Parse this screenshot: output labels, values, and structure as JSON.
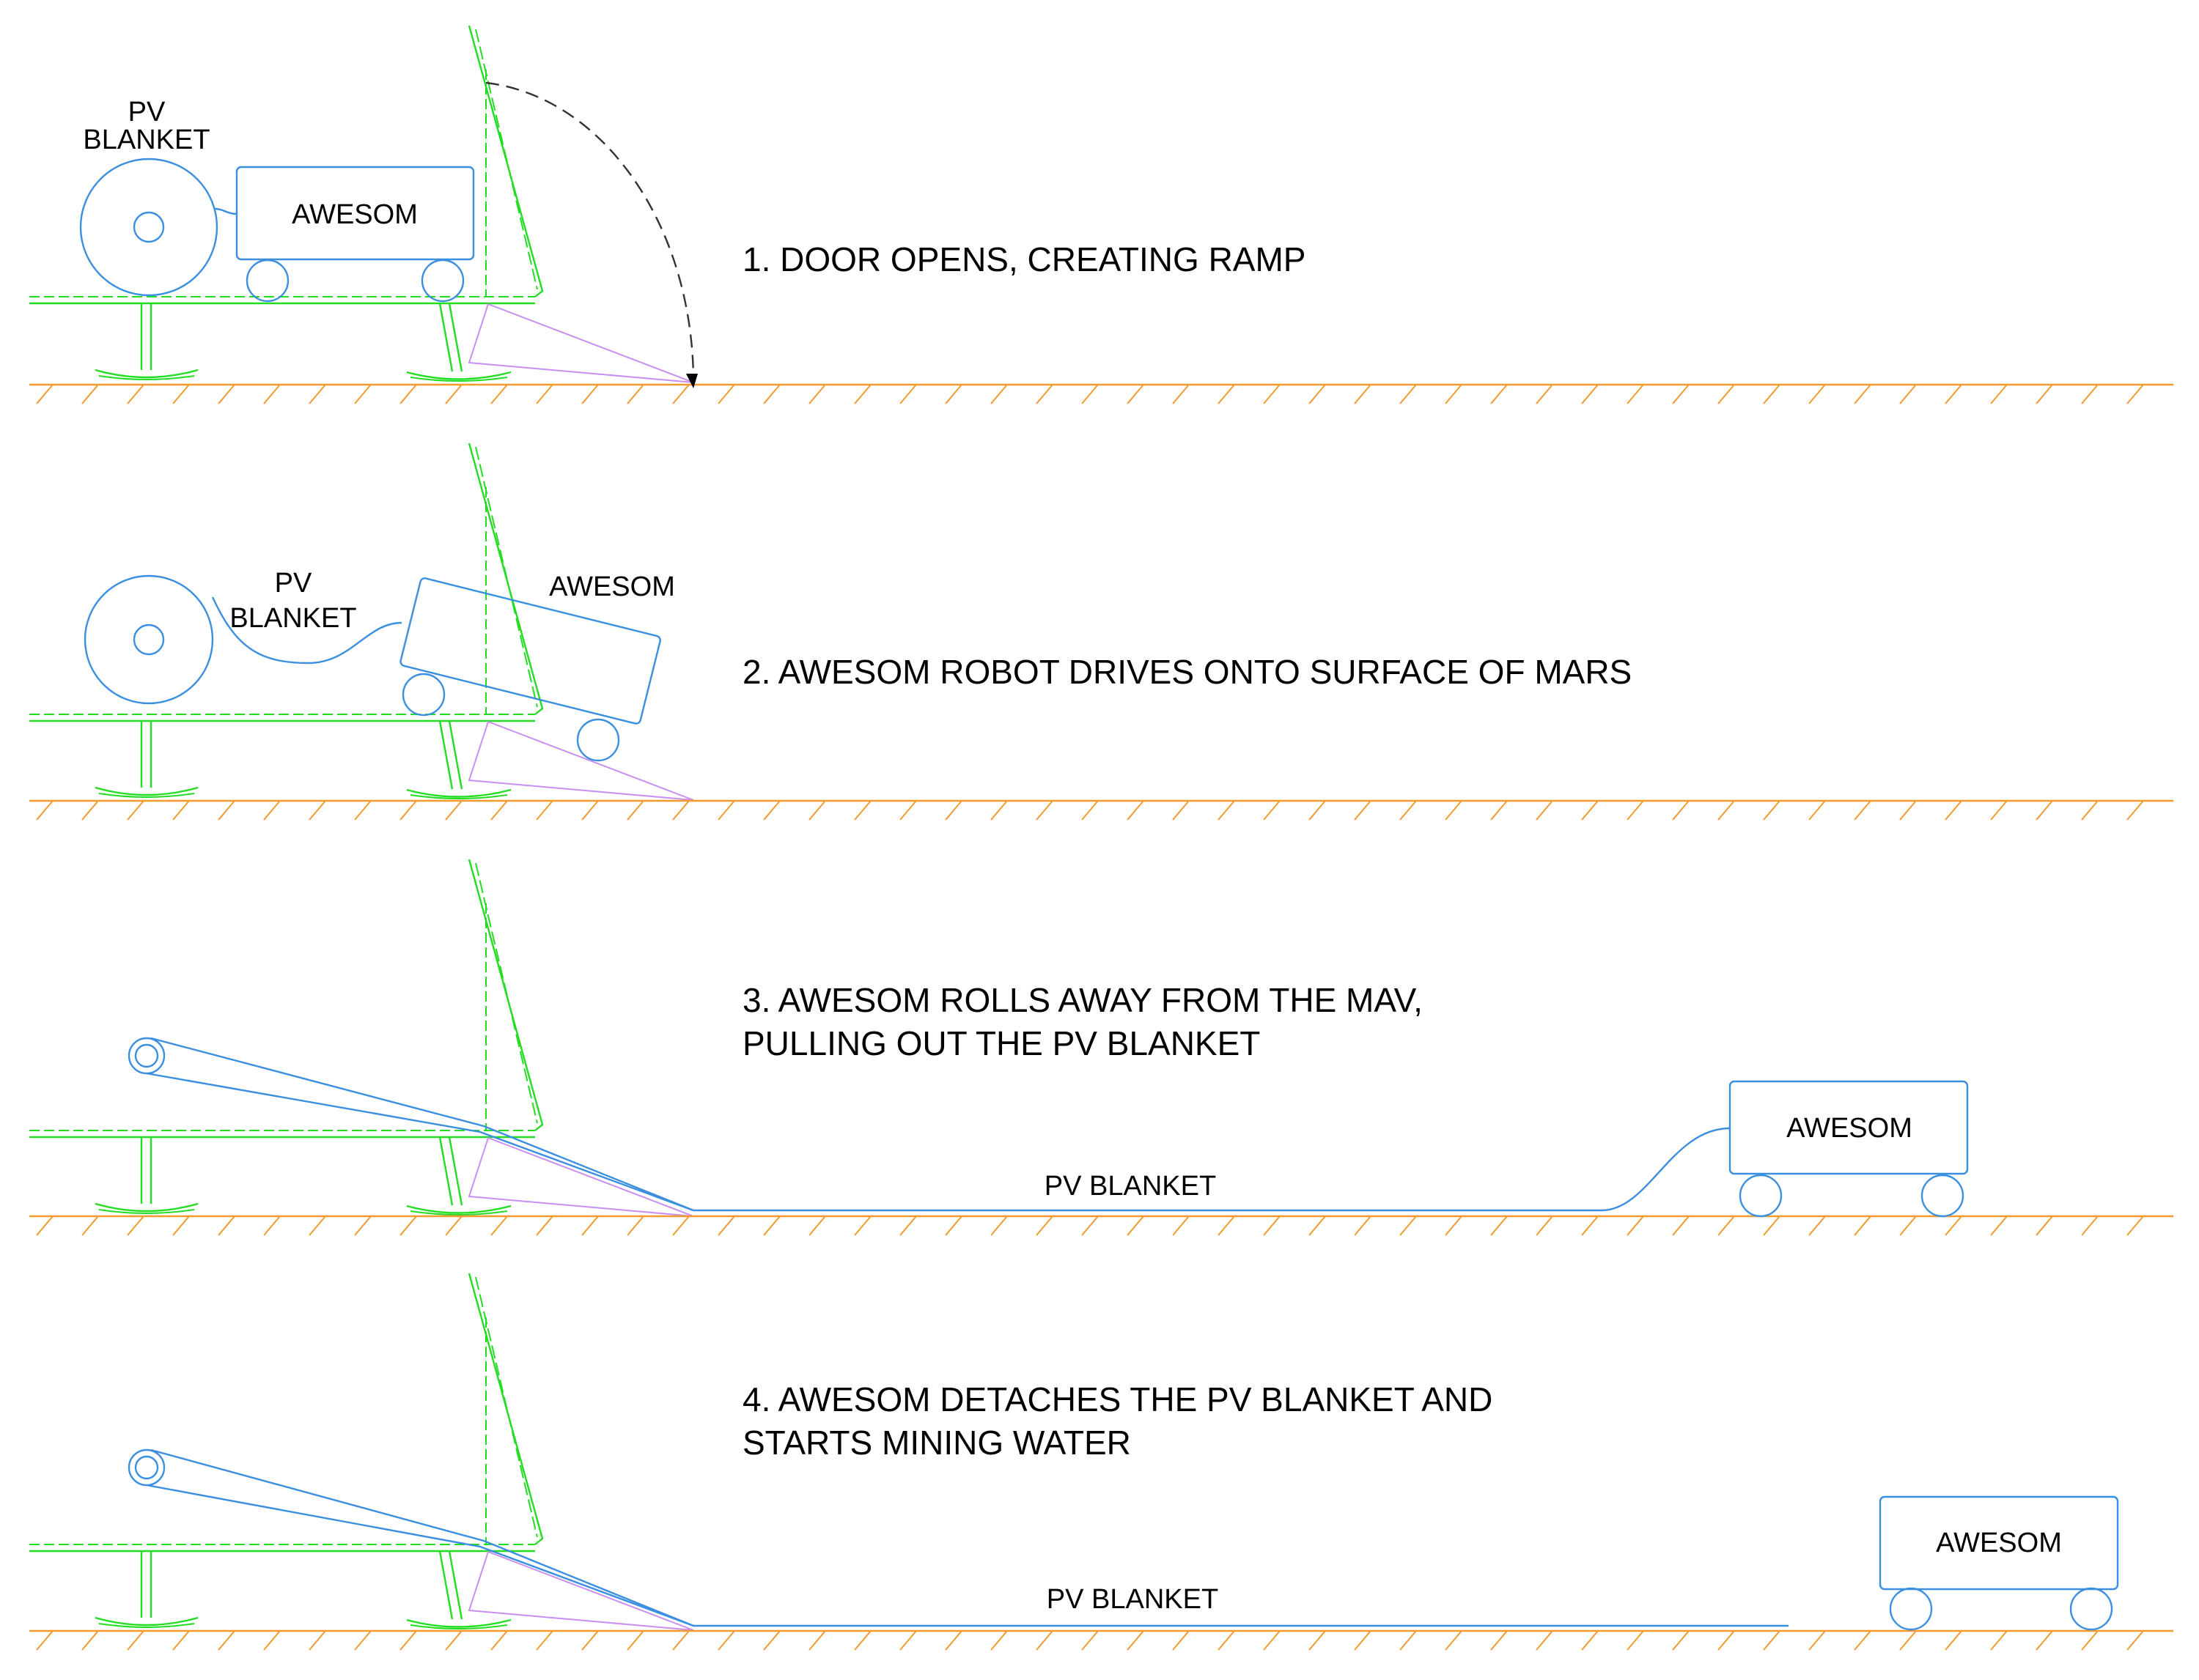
{
  "colors": {
    "mav": "#22dd22",
    "robot": "#3b8fe0",
    "ramp": "#c88ef0",
    "ground": "#f39a2e",
    "arc": "#333333",
    "text": "#000000"
  },
  "steps": [
    {
      "caption": [
        "1. DOOR OPENS, CREATING RAMP"
      ],
      "robot_label": "AWESOM",
      "blanket_label": [
        "PV",
        "BLANKET"
      ]
    },
    {
      "caption": [
        "2. AWESOM ROBOT DRIVES ONTO SURFACE OF MARS"
      ],
      "robot_label": "AWESOM",
      "blanket_label": [
        "PV",
        "BLANKET"
      ]
    },
    {
      "caption": [
        "3. AWESOM ROLLS AWAY FROM THE MAV,",
        "PULLING OUT THE PV BLANKET"
      ],
      "robot_label": "AWESOM",
      "blanket_label": [
        "PV BLANKET"
      ]
    },
    {
      "caption": [
        "4. AWESOM DETACHES THE PV BLANKET AND",
        "STARTS MINING WATER"
      ],
      "robot_label": "AWESOM",
      "blanket_label": [
        "PV BLANKET"
      ]
    }
  ]
}
